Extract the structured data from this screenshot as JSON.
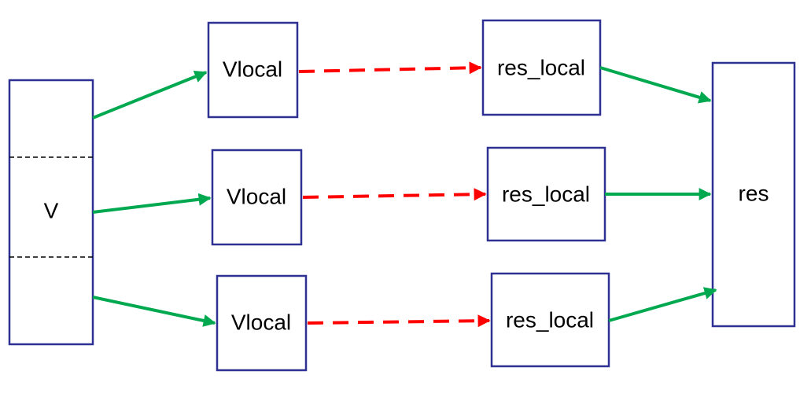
{
  "source": {
    "label": "V"
  },
  "local_inputs": [
    {
      "label": "Vlocal"
    },
    {
      "label": "Vlocal"
    },
    {
      "label": "Vlocal"
    }
  ],
  "local_results": [
    {
      "label": "res_local"
    },
    {
      "label": "res_local"
    },
    {
      "label": "res_local"
    }
  ],
  "result": {
    "label": "res"
  },
  "colors": {
    "box_border": "#2e3192",
    "solid_arrow": "#00a94f",
    "dashed_arrow": "#ff0000"
  }
}
